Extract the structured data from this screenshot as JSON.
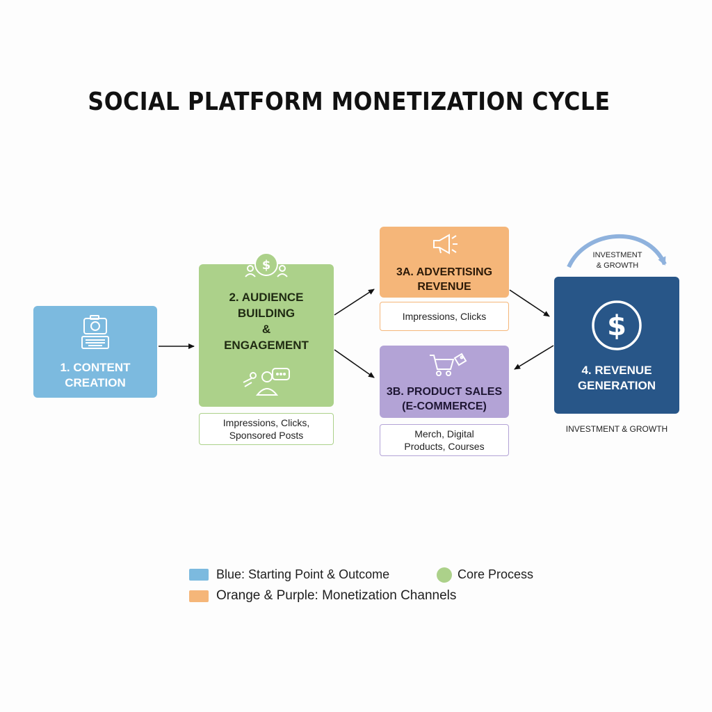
{
  "title": "SOCIAL PLATFORM MONETIZATION CYCLE",
  "nodes": {
    "content_creation": {
      "label_line1": "1. CONTENT",
      "label_line2": "CREATION",
      "icon": "camera-keyboard-icon"
    },
    "audience_building": {
      "label_line1": "2. AUDIENCE",
      "label_line2": "BUILDING",
      "label_line3": "&",
      "label_line4": "ENGAGEMENT",
      "icon_top": "people-dollar-icon",
      "icon_bottom": "chat-users-icon",
      "details_line1": "Impressions, Clicks,",
      "details_line2": "Sponsored Posts"
    },
    "advertising_revenue": {
      "label_line1": "3A. ADVERTISING",
      "label_line2": "REVENUE",
      "icon": "megaphone-icon",
      "details": "Impressions, Clicks"
    },
    "product_sales": {
      "label_line1": "3B. PRODUCT SALES",
      "label_line2": "(E-COMMERCE)",
      "icon": "cart-tag-icon",
      "details_line1": "Merch, Digital",
      "details_line2": "Products, Courses"
    },
    "revenue_generation": {
      "label_line1": "4. REVENUE",
      "label_line2": "GENERATION",
      "icon": "dollar-circle-icon",
      "top_note_line1": "INVESTMENT",
      "top_note_line2": "& GROWTH",
      "bottom_note": "INVESTMENT & GROWTH"
    }
  },
  "legend": {
    "items": [
      {
        "label": "Blue: Starting Point & Outcome",
        "color": "#7cbadf",
        "shape": "square"
      },
      {
        "label": "Core Process",
        "color": "#acd18a",
        "shape": "circle"
      },
      {
        "label": "Orange & Purple: Monetization Channels",
        "color": "#f5b679",
        "shape": "square"
      }
    ]
  },
  "colors": {
    "blue": "#7cbadf",
    "green": "#acd18a",
    "orange": "#f5b679",
    "purple": "#b3a3d6",
    "navy": "#285688",
    "growth_arrow": "#8fb2dd"
  }
}
